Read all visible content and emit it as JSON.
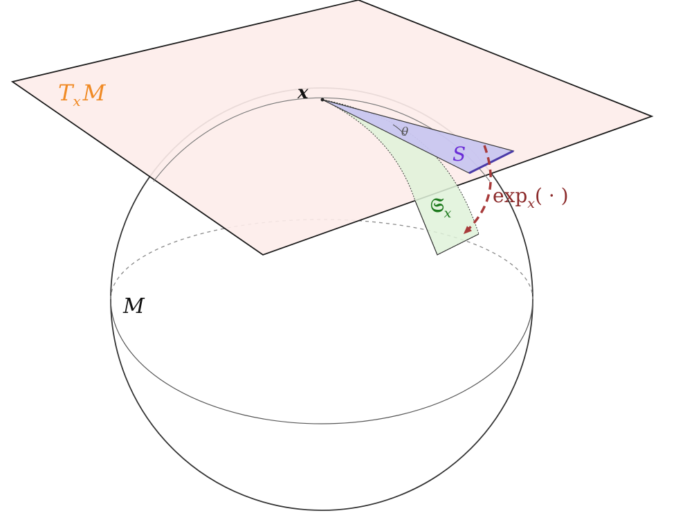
{
  "diagram": {
    "labels": {
      "tangent_plane": {
        "main": "T",
        "sub": "x",
        "tail": "M"
      },
      "base_point": "x",
      "manifold": "M",
      "tangent_sector": "S",
      "angle": "θ",
      "manifold_sector": {
        "main": "𝔖",
        "sub": "x"
      },
      "exp_map": {
        "fn": "exp",
        "sub": "x",
        "arg": "( · )"
      }
    },
    "colors": {
      "plane_fill": "#fdecea",
      "plane_stroke": "#1a1a1a",
      "tangent_label": "#f08a24",
      "sector_fill": "#c9c6f0",
      "sector_label": "#6a2bd6",
      "manifold_sector_fill": "#dff2d9",
      "manifold_sector_label": "#1e7a1e",
      "exp_arrow": "#a83a3a",
      "sphere_stroke": "#333333"
    }
  }
}
